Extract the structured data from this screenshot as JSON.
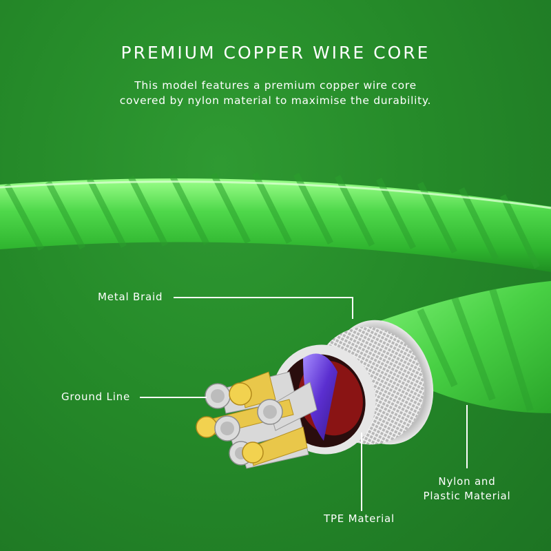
{
  "header": {
    "title": "PREMIUM COPPER WIRE CORE",
    "subtitle_line1": "This model features a premium copper wire core",
    "subtitle_line2": "covered by nylon material to maximise the durability."
  },
  "callouts": {
    "metal_braid": "Metal Braid",
    "ground_line": "Ground Line",
    "tpe_material": "TPE Material",
    "nylon_line1": "Nylon and",
    "nylon_line2": "Plastic Material"
  },
  "colors": {
    "background": "#258a29",
    "cable_green": "#5be05a",
    "braid_silver": "#c9c9c9",
    "copper_gold": "#e9c74a",
    "inner_purple": "#6a3fd0"
  }
}
